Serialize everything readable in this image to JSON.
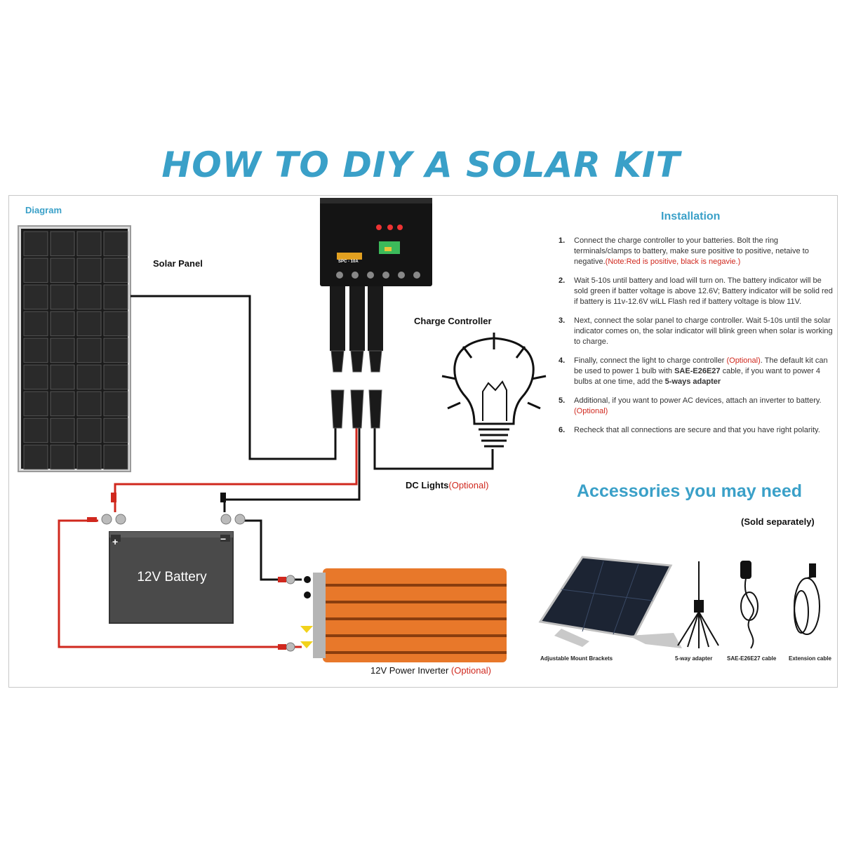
{
  "title": "HOW TO DIY A SOLAR KIT",
  "diagram": {
    "heading": "Diagram",
    "solar_panel_label": "Solar Panel",
    "charge_controller_label": "Charge Controller",
    "controller_model": "SPC - 10A",
    "dc_lights_label": "DC Lights",
    "optional_label": "(Optional)",
    "battery_label": "12V Battery",
    "battery_plus": "+",
    "battery_minus": "−",
    "inverter_label": "12V Power Inverter ",
    "inverter_optional": "(Optional)"
  },
  "installation": {
    "title": "Installation",
    "steps": [
      {
        "num": "1.",
        "text": "Connect the charge controller to your batteries. Bolt the ring terminals/clamps to battery, make sure positive to positive, netaive to negative.",
        "note": "(Note:Red is positive, black is negavie.)"
      },
      {
        "num": "2.",
        "text": "Wait 5-10s until battery and load will turn on. The battery indicator will be sold green if batter voltage is above 12.6V; Battery indicator will be solid red if battery is 11v-12.6V wiLL Flash red if battery voltage is blow 11V."
      },
      {
        "num": "3.",
        "text": "Next, connect the solar panel to charge controller. Wait 5-10s until the solar indicator comes on, the solar indicator will blink green when solar is working to charge."
      },
      {
        "num": "4.",
        "text_a": "Finally, connect the light to charge controller ",
        "optional": "(Optional)",
        "text_b": ". The default kit can be used to power 1 bulb with ",
        "bold_a": "SAE-E26E27",
        "text_c": " cable, if you want to power 4 bulbs at one time, add the ",
        "bold_b": "5-ways adapter"
      },
      {
        "num": "5.",
        "text": "Additional, if you want to power AC devices, attach an inverter to battery. ",
        "optional": "(Optional)"
      },
      {
        "num": "6.",
        "text": "Recheck that all connections are secure and that you have right polarity."
      }
    ]
  },
  "accessories": {
    "title": "Accessories you may need",
    "sold_separately": "(Sold separately)",
    "items": [
      "Adjustable Mount Brackets",
      "5-way adapter",
      "SAE-E26E27 cable",
      "Extension cable"
    ]
  },
  "colors": {
    "title_blue": "#3aa0c8",
    "positive_wire": "#d0281e",
    "negative_wire": "#111111",
    "inverter_orange": "#e8782a",
    "battery_gray": "#4a4a4a"
  }
}
